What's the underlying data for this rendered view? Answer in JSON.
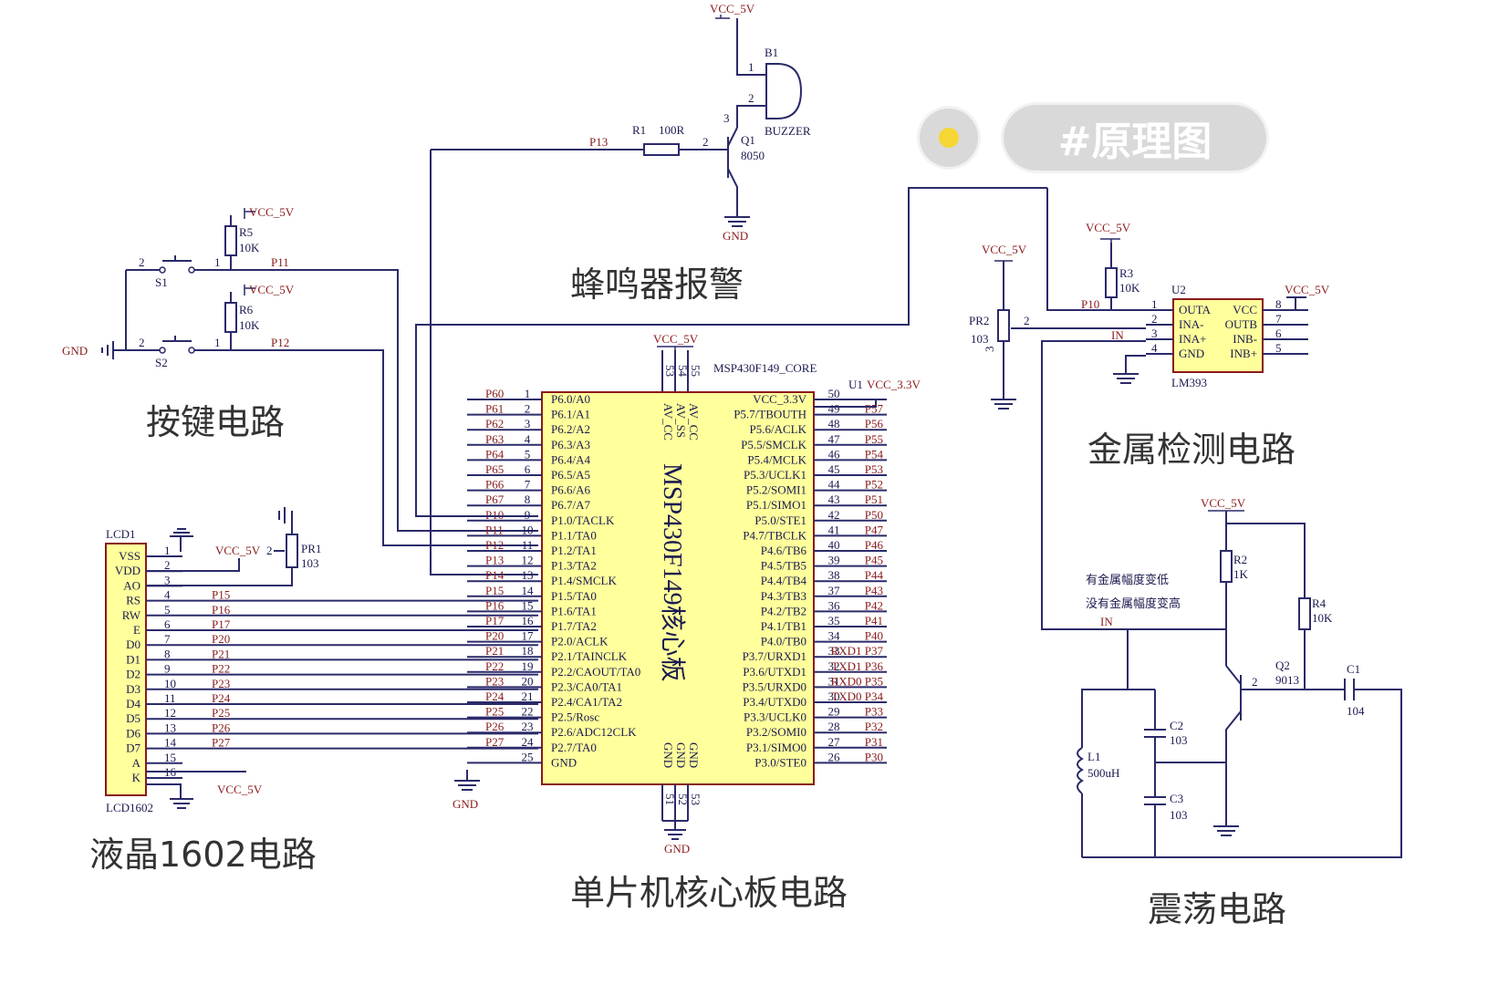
{
  "badge": {
    "label": "#原理图"
  },
  "sections": {
    "buzzer": "蜂鸣器报警",
    "keys": "按键电路",
    "metal": "金属检测电路",
    "lcd": "液晶1602电路",
    "core": "单片机核心板电路",
    "osc": "震荡电路"
  },
  "buzzer": {
    "vcc": "VCC_5V",
    "b1": "B1",
    "name": "BUZZER",
    "q1": "Q1",
    "q1type": "8050",
    "r1": "R1",
    "r1val": "100R",
    "net": "P13",
    "gnd": "GND",
    "p1": "1",
    "p2": "2",
    "pb": "2",
    "p3": "3"
  },
  "keys": {
    "vcc1": "VCC_5V",
    "r5": "R5",
    "r5v": "10K",
    "s1": "S1",
    "net1": "P11",
    "vcc2": "VCC_5V",
    "r6": "R6",
    "r6v": "10K",
    "s2": "S2",
    "net2": "P12",
    "gnd": "GND",
    "n1": "2",
    "n2": "1",
    "n3": "2",
    "n4": "1"
  },
  "mcu": {
    "vcc": "VCC_5V",
    "core": "MSP430F149_CORE",
    "u1": "U1",
    "vcc33": "VCC_3.3V",
    "gnd_bottom": "GND",
    "chip_name": "MSP430F149核心板",
    "top_pins": [
      "53",
      "54",
      "55"
    ],
    "top_names": [
      "AV_CC",
      "AV_SS",
      "AV_CC"
    ],
    "bottom_pins": [
      "51",
      "52",
      "53"
    ],
    "bottom_names": [
      "GND",
      "GND",
      "GND"
    ],
    "left": [
      {
        "net": "P60",
        "num": "1",
        "name": "P6.0/A0"
      },
      {
        "net": "P61",
        "num": "2",
        "name": "P6.1/A1"
      },
      {
        "net": "P62",
        "num": "3",
        "name": "P6.2/A2"
      },
      {
        "net": "P63",
        "num": "4",
        "name": "P6.3/A3"
      },
      {
        "net": "P64",
        "num": "5",
        "name": "P6.4/A4"
      },
      {
        "net": "P65",
        "num": "6",
        "name": "P6.5/A5"
      },
      {
        "net": "P66",
        "num": "7",
        "name": "P6.6/A6"
      },
      {
        "net": "P67",
        "num": "8",
        "name": "P6.7/A7"
      },
      {
        "net": "P10",
        "num": "9",
        "name": "P1.0/TACLK"
      },
      {
        "net": "P11",
        "num": "10",
        "name": "P1.1/TA0"
      },
      {
        "net": "P12",
        "num": "11",
        "name": "P1.2/TA1"
      },
      {
        "net": "P13",
        "num": "12",
        "name": "P1.3/TA2"
      },
      {
        "net": "P14",
        "num": "13",
        "name": "P1.4/SMCLK"
      },
      {
        "net": "P15",
        "num": "14",
        "name": "P1.5/TA0"
      },
      {
        "net": "P16",
        "num": "15",
        "name": "P1.6/TA1"
      },
      {
        "net": "P17",
        "num": "16",
        "name": "P1.7/TA2"
      },
      {
        "net": "P20",
        "num": "17",
        "name": "P2.0/ACLK"
      },
      {
        "net": "P21",
        "num": "18",
        "name": "P2.1/TAINCLK"
      },
      {
        "net": "P22",
        "num": "19",
        "name": "P2.2/CAOUT/TA0"
      },
      {
        "net": "P23",
        "num": "20",
        "name": "P2.3/CA0/TA1"
      },
      {
        "net": "P24",
        "num": "21",
        "name": "P2.4/CA1/TA2"
      },
      {
        "net": "P25",
        "num": "22",
        "name": "P2.5/Rosc"
      },
      {
        "net": "P26",
        "num": "23",
        "name": "P2.6/ADC12CLK"
      },
      {
        "net": "P27",
        "num": "24",
        "name": "P2.7/TA0"
      },
      {
        "net": "",
        "num": "25",
        "name": "GND"
      }
    ],
    "right": [
      {
        "net": "",
        "num": "50",
        "name": "VCC_3.3V"
      },
      {
        "net": "P57",
        "num": "49",
        "name": "P5.7/TBOUTH"
      },
      {
        "net": "P56",
        "num": "48",
        "name": "P5.6/ACLK"
      },
      {
        "net": "P55",
        "num": "47",
        "name": "P5.5/SMCLK"
      },
      {
        "net": "P54",
        "num": "46",
        "name": "P5.4/MCLK"
      },
      {
        "net": "P53",
        "num": "45",
        "name": "P5.3/UCLK1"
      },
      {
        "net": "P52",
        "num": "44",
        "name": "P5.2/SOMI1"
      },
      {
        "net": "P51",
        "num": "43",
        "name": "P5.1/SIMO1"
      },
      {
        "net": "P50",
        "num": "42",
        "name": "P5.0/STE1"
      },
      {
        "net": "P47",
        "num": "41",
        "name": "P4.7/TBCLK"
      },
      {
        "net": "P46",
        "num": "40",
        "name": "P4.6/TB6"
      },
      {
        "net": "P45",
        "num": "39",
        "name": "P4.5/TB5"
      },
      {
        "net": "P44",
        "num": "38",
        "name": "P4.4/TB4"
      },
      {
        "net": "P43",
        "num": "37",
        "name": "P4.3/TB3"
      },
      {
        "net": "P42",
        "num": "36",
        "name": "P4.2/TB2"
      },
      {
        "net": "P41",
        "num": "35",
        "name": "P4.1/TB1"
      },
      {
        "net": "P40",
        "num": "34",
        "name": "P4.0/TB0"
      },
      {
        "net": "RXD1 P37",
        "num": "33",
        "name": "P3.7/URXD1"
      },
      {
        "net": "TXD1 P36",
        "num": "32",
        "name": "P3.6/UTXD1"
      },
      {
        "net": "RXD0 P35",
        "num": "31",
        "name": "P3.5/URXD0"
      },
      {
        "net": "TXD0 P34",
        "num": "30",
        "name": "P3.4/UTXD0"
      },
      {
        "net": "P33",
        "num": "29",
        "name": "P3.3/UCLK0"
      },
      {
        "net": "P32",
        "num": "28",
        "name": "P3.2/SOMI0"
      },
      {
        "net": "P31",
        "num": "27",
        "name": "P3.1/SIMO0"
      },
      {
        "net": "P30",
        "num": "26",
        "name": "P3.0/STE0"
      }
    ]
  },
  "lcd": {
    "title": "LCD1",
    "bottom": "LCD1602",
    "vcc": "VCC_5V",
    "vcc2": "VCC_5V",
    "pot": "PR1",
    "potv": "103",
    "potpin": "2",
    "pins": [
      {
        "name": "VSS",
        "num": "1",
        "net": ""
      },
      {
        "name": "VDD",
        "num": "2",
        "net": ""
      },
      {
        "name": "AO",
        "num": "3",
        "net": ""
      },
      {
        "name": "RS",
        "num": "4",
        "net": "P15"
      },
      {
        "name": "RW",
        "num": "5",
        "net": "P16"
      },
      {
        "name": "E",
        "num": "6",
        "net": "P17"
      },
      {
        "name": "D0",
        "num": "7",
        "net": "P20"
      },
      {
        "name": "D1",
        "num": "8",
        "net": "P21"
      },
      {
        "name": "D2",
        "num": "9",
        "net": "P22"
      },
      {
        "name": "D3",
        "num": "10",
        "net": "P23"
      },
      {
        "name": "D4",
        "num": "11",
        "net": "P24"
      },
      {
        "name": "D5",
        "num": "12",
        "net": "P25"
      },
      {
        "name": "D6",
        "num": "13",
        "net": "P26"
      },
      {
        "name": "D7",
        "num": "14",
        "net": "P27"
      },
      {
        "name": "A",
        "num": "15",
        "net": ""
      },
      {
        "name": "K",
        "num": "16",
        "net": ""
      }
    ]
  },
  "metal": {
    "vcc_pr2": "VCC_5V",
    "pr2": "PR2",
    "pr2v": "103",
    "pr2pin": "2",
    "pr2pin3": "3",
    "vcc_r3": "VCC_5V",
    "r3": "R3",
    "r3v": "10K",
    "u2": "U2",
    "vcc_u2": "VCC_5V",
    "p10": "P10",
    "in": "IN",
    "chip": "LM393",
    "pins_left": [
      {
        "num": "1",
        "name": "OUTA"
      },
      {
        "num": "2",
        "name": "INA-"
      },
      {
        "num": "3",
        "name": "INA+"
      },
      {
        "num": "4",
        "name": "GND"
      }
    ],
    "pins_right": [
      {
        "num": "8",
        "name": "VCC"
      },
      {
        "num": "7",
        "name": "OUTB"
      },
      {
        "num": "6",
        "name": "INB-"
      },
      {
        "num": "5",
        "name": "INB+"
      }
    ]
  },
  "osc": {
    "vcc": "VCC_5V",
    "r2": "R2",
    "r2v": "1K",
    "r4": "R4",
    "r4v": "10K",
    "note1": "有金属幅度变低",
    "note2": "没有金属幅度变高",
    "in": "IN",
    "q2": "Q2",
    "q2type": "9013",
    "q2pin": "2",
    "c1": "C1",
    "c1v": "104",
    "c2": "C2",
    "c2v": "103",
    "c3": "C3",
    "c3v": "103",
    "l1": "L1",
    "l1v": "500uH"
  }
}
